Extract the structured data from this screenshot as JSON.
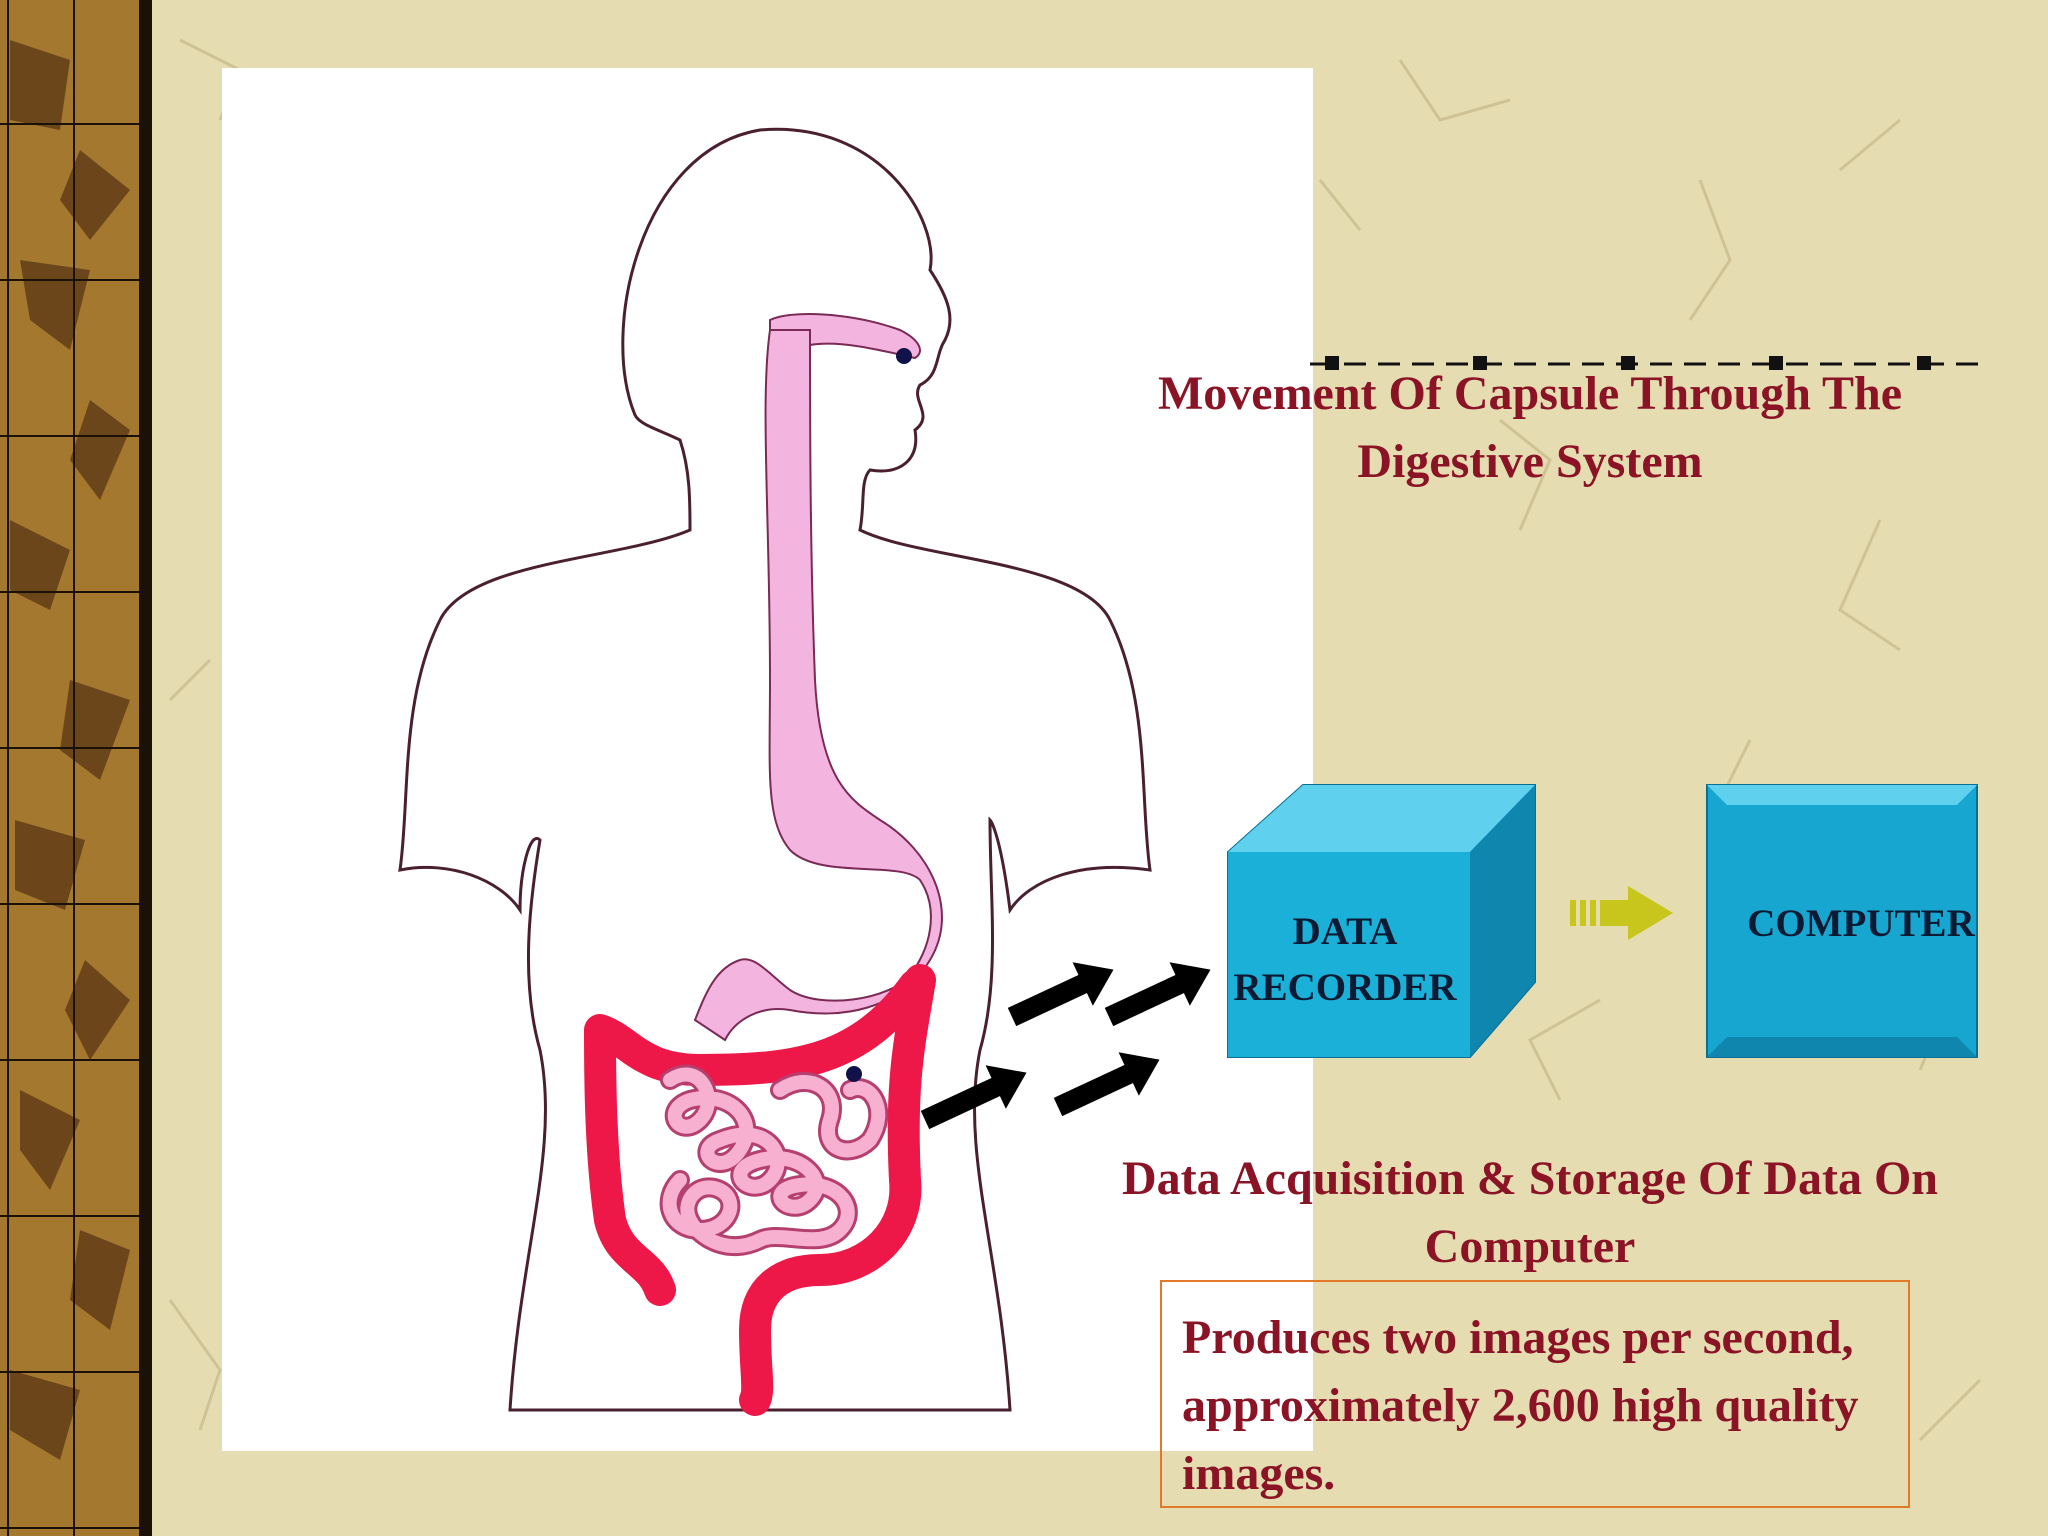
{
  "slide": {
    "title": "Movement Of Capsule Through The Digestive System",
    "caption": "Data Acquisition & Storage Of Data On Computer",
    "note": "Produces two images per second, approximately 2,600 high quality images."
  },
  "diagram": {
    "recorder_label": "DATA RECORDER",
    "computer_label": "COMPUTER"
  },
  "colors": {
    "background": "#e6dcb2",
    "title_text": "#8a1426",
    "box_fill": "#16a6cf",
    "box_text": "#0d1a33",
    "intestine_red": "#ee1848",
    "stomach_pink": "#f4b4e0",
    "flow_arrow": "#c8c61c",
    "note_border": "#e07a2a"
  }
}
